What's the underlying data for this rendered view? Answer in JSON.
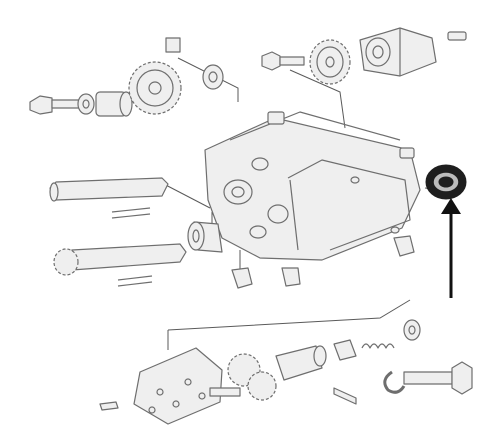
{
  "diagram": {
    "kind": "exploded-parts-drawing",
    "colors": {
      "background": "#ffffff",
      "part_fill": "#efefef",
      "part_stroke": "#6e6e6e",
      "line": "#5a5a5a",
      "highlight_fill": "#1e1e1e",
      "highlight_ring": "#bcbcbc",
      "arrow": "#111111"
    },
    "parts": [
      "housing",
      "upper-left-gear-assembly",
      "upper-right-cover-assembly",
      "left-shafts",
      "needle-bearing-left",
      "highlighted-bearing",
      "plugs",
      "pump-gear-assembly",
      "pressure-relief-valve",
      "bolt-and-circlip",
      "cotter-pin"
    ],
    "highlighted_part": "highlighted-bearing",
    "pointer_icon": "arrow-up-icon"
  }
}
